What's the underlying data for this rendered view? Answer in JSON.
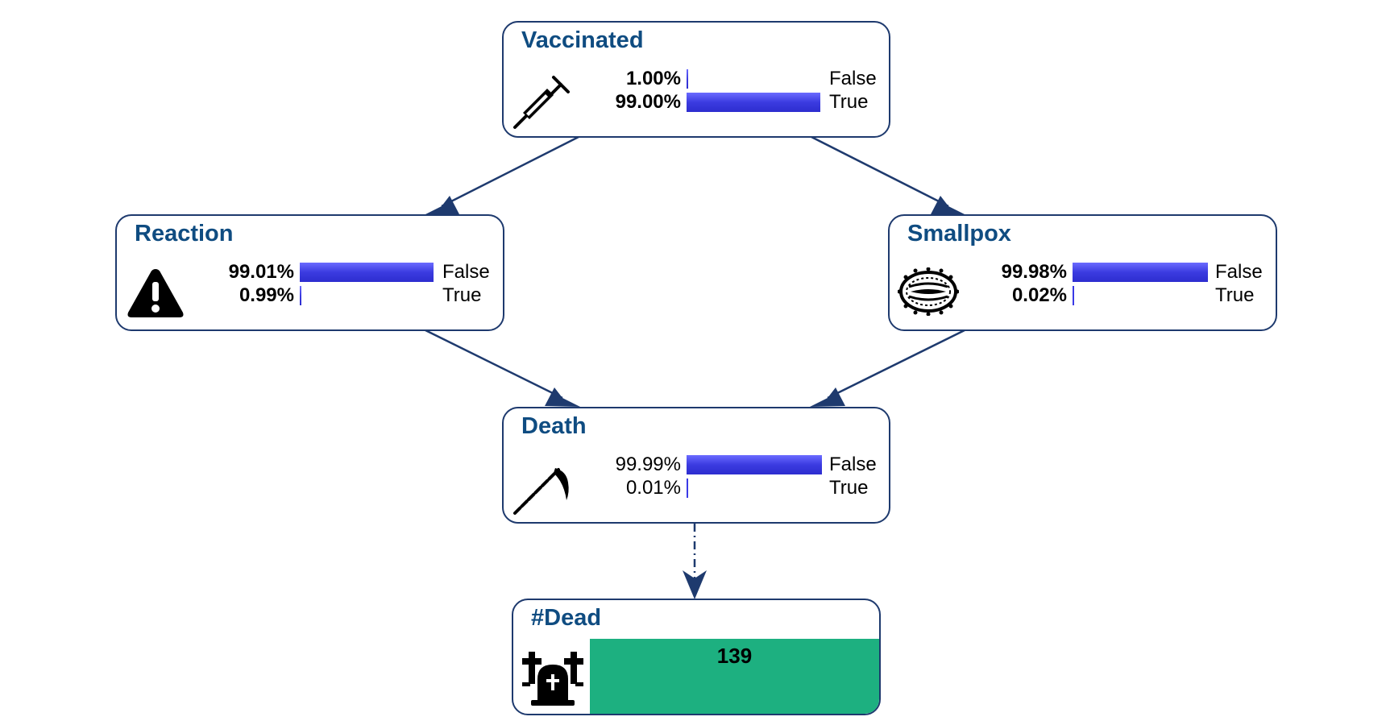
{
  "nodes": {
    "vaccinated": {
      "title": "Vaccinated",
      "icon": "syringe-icon",
      "states": [
        {
          "label": "False",
          "pct_text": "1.00%",
          "value": 0.01
        },
        {
          "label": "True",
          "pct_text": "99.00%",
          "value": 0.99
        }
      ]
    },
    "reaction": {
      "title": "Reaction",
      "icon": "warning-icon",
      "states": [
        {
          "label": "False",
          "pct_text": "99.01%",
          "value": 0.9901
        },
        {
          "label": "True",
          "pct_text": "0.99%",
          "value": 0.0099
        }
      ]
    },
    "smallpox": {
      "title": "Smallpox",
      "icon": "virus-icon",
      "states": [
        {
          "label": "False",
          "pct_text": "99.98%",
          "value": 0.9998
        },
        {
          "label": "True",
          "pct_text": "0.02%",
          "value": 0.0002
        }
      ]
    },
    "death": {
      "title": "Death",
      "icon": "scythe-icon",
      "states": [
        {
          "label": "False",
          "pct_text": "99.99%",
          "value": 0.9999
        },
        {
          "label": "True",
          "pct_text": "0.01%",
          "value": 0.0001
        }
      ]
    },
    "dead_count": {
      "title": "#Dead",
      "icon": "graveyard-icon",
      "value": "139"
    }
  },
  "colors": {
    "border": "#1e3a6e",
    "title": "#0f4c81",
    "bar": "#3b3be0",
    "counter": "#1db080"
  }
}
